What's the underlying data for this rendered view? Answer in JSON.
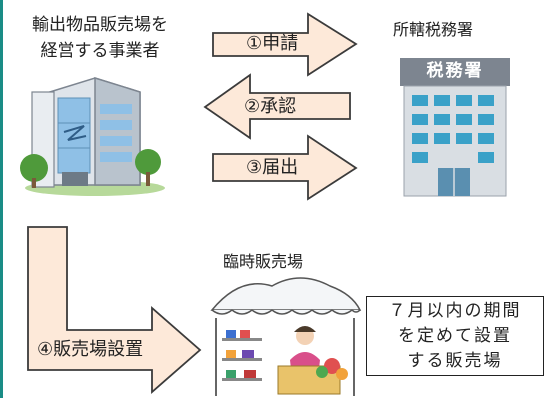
{
  "business": {
    "line1": "輸出物品販売場を",
    "line2": "経営する事業者"
  },
  "tax_office": {
    "title": "所轄税務署",
    "sign": "税務署"
  },
  "steps": [
    {
      "label": "①申請",
      "direction": "right"
    },
    {
      "label": "②承認",
      "direction": "left"
    },
    {
      "label": "③届出",
      "direction": "right"
    },
    {
      "label": "④販売場設置",
      "direction": "right"
    }
  ],
  "temporary_site": {
    "title": "臨時販売場"
  },
  "note": {
    "lines": [
      "７月以内の期間",
      "を定めて設置",
      "する販売場"
    ]
  },
  "colors": {
    "arrow_fill": "#fde9d9",
    "arrow_stroke": "#3b3b3b",
    "frame": "#1a8c86"
  }
}
